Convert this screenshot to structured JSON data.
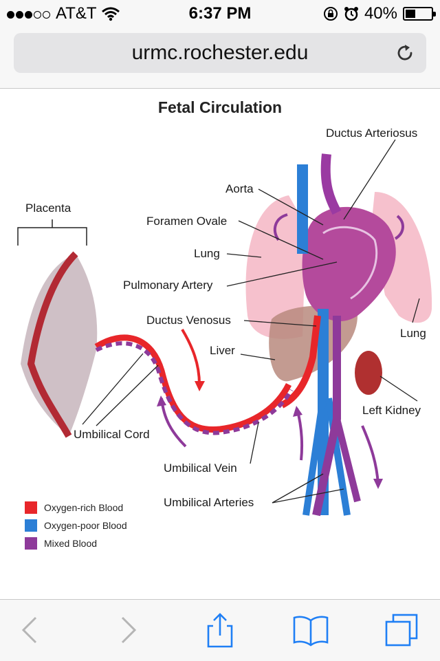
{
  "status_bar": {
    "carrier": "AT&T",
    "time": "6:37 PM",
    "battery": "40%",
    "signal_bars_filled": 3,
    "signal_bars_total": 5,
    "battery_level": 0.4
  },
  "browser": {
    "url": "urmc.rochester.edu"
  },
  "figure": {
    "title": "Fetal Circulation",
    "labels": {
      "ductus_arteriosus": "Ductus Arteriosus",
      "aorta": "Aorta",
      "placenta": "Placenta",
      "foramen_ovale": "Foramen Ovale",
      "lung_left": "Lung",
      "pulmonary_artery": "Pulmonary Artery",
      "ductus_venosus": "Ductus Venosus",
      "lung_right": "Lung",
      "liver": "Liver",
      "left_kidney": "Left Kidney",
      "umbilical_cord": "Umbilical Cord",
      "umbilical_vein": "Umbilical Vein",
      "umbilical_arteries": "Umbilical Arteries"
    },
    "legend": [
      {
        "label": "Oxygen-rich Blood",
        "color": "#e8262a"
      },
      {
        "label": "Oxygen-poor Blood",
        "color": "#2c7fd6"
      },
      {
        "label": "Mixed Blood",
        "color": "#8e3a9a"
      }
    ]
  },
  "toolbar": {
    "icons": [
      "back-icon",
      "forward-icon",
      "share-icon",
      "bookmarks-icon",
      "tabs-icon"
    ],
    "accent": "#1f7ff5"
  }
}
